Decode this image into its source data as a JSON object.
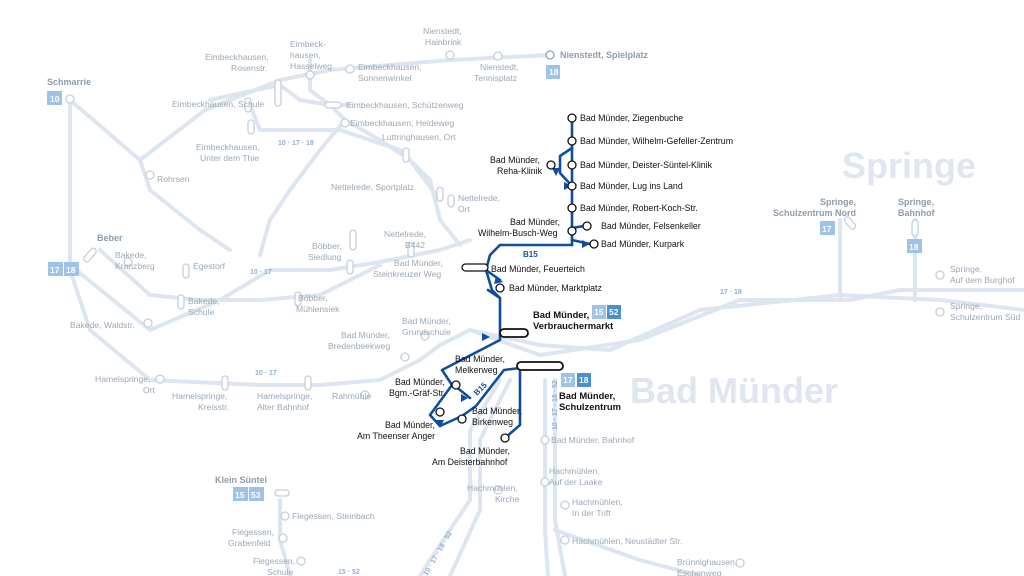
{
  "towns": {
    "springe": "Springe",
    "bad_muender": "Bad Münder"
  },
  "route_label": "B15",
  "route_label2": "B15",
  "stops": {
    "ziegenbuche": "Bad Münder, Ziegenbuche",
    "geffeler": "Bad Münder, Wilhelm-Gefeller-Zentrum",
    "deister_klinik": "Bad Münder, Deister-Süntel-Klinik",
    "reha_1": "Bad Münder,",
    "reha_2": "Reha-Klinik",
    "lug": "Bad Münder, Lug ins Land",
    "robert": "Bad Münder, Robert-Koch-Str.",
    "busch_1": "Bad Münder,",
    "busch_2": "Wilhelm-Busch-Weg",
    "felsenkeller": "Bad Münder, Felsenkeller",
    "kurpark": "Bad Münder, Kurpark",
    "feuerteich": "Bad Münder, Feuerteich",
    "marktplatz": "Bad Münder, Marktplatz",
    "verbraucher_1": "Bad Münder,",
    "verbraucher_2": "Verbrauchermarkt",
    "melkerweg_1": "Bad Münder,",
    "melkerweg_2": "Melkerweg",
    "graef_1": "Bad Münder,",
    "graef_2": "Bgm.-Gräf-Str.",
    "birkenweg_1": "Bad Münder,",
    "birkenweg_2": "Birkenweg",
    "anger_1": "Bad Münder,",
    "anger_2": "Am Theenser Anger",
    "schulzentrum_1": "Bad Münder,",
    "schulzentrum_2": "Schulzentrum",
    "deisterbahnhof_1": "Bad Münder,",
    "deisterbahnhof_2": "Am Deisterbahnhof"
  },
  "faint": {
    "schmarrie": "Schmarrie",
    "eimb_rosen_1": "Eimbeckhausen,",
    "eimb_rosen_2": "Rosenstr.",
    "eimb_hassel_1": "Eimbeck-",
    "eimb_hassel_2": "hausen,",
    "eimb_hassel_3": "Hasselweg",
    "eimb_sonnen_1": "Eimbeckhausen,",
    "eimb_sonnen_2": "Sonnenwinkel",
    "nien_hain_1": "Nienstedt,",
    "nien_hain_2": "Hainbrink",
    "nien_tennis_1": "Nienstedt,",
    "nien_tennis_2": "Tennisplatz",
    "nien_spiel": "Nienstedt, Spielplatz",
    "eimb_schule": "Eimbeckhausen, Schule",
    "eimb_schuetzen": "Eimbeckhausen, Schützenweg",
    "eimb_heide": "Eimbeckhausen, Heideweg",
    "lutt": "Luttringhausen, Ort",
    "eimb_thie_1": "Eimbeckhausen,",
    "eimb_thie_2": "Unter dem Thie",
    "rohrsen": "Rohrsen",
    "nett_sport": "Nettelrede, Sportplatz",
    "nett_ort_1": "Nettelrede,",
    "nett_ort_2": "Ort",
    "nett_b442_1": "Nettelrede,",
    "nett_b442_2": "B442",
    "beber": "Beber",
    "bakede_k_1": "Bakede,",
    "bakede_k_2": "Kranzberg",
    "egestorf": "Egestorf",
    "boebber_s_1": "Böbber,",
    "boebber_s_2": "Siedlung",
    "bm_stein_1": "Bad Münder,",
    "bm_stein_2": "Steinkreuzer Weg",
    "bakede_schule_1": "Bakede,",
    "bakede_schule_2": "Schule",
    "boebber_m_1": "Böbber,",
    "boebber_m_2": "Mühlensiek",
    "bakede_wald": "Bakede, Waldstr.",
    "bm_grund_1": "Bad Münder,",
    "bm_grund_2": "Grundschule",
    "bm_breden_1": "Bad Münder,",
    "bm_breden_2": "Bredenbeekweg",
    "hamel_ort_1": "Hamelspringe,",
    "hamel_ort_2": "Ort",
    "hamel_kreis_1": "Hamelspringe,",
    "hamel_kreis_2": "Kreisstr.",
    "hamel_bahn_1": "Hamelspringe,",
    "hamel_bahn_2": "Alter Bahnhof",
    "rahmuehle": "Rahmühle",
    "bm_bahnhof": "Bad Münder, Bahnhof",
    "klein_suentel": "Klein Süntel",
    "flegessen_stein": "Flegessen, Steinbach",
    "flegessen_grab_1": "Flegessen,",
    "flegessen_grab_2": "Grabenfeld",
    "flegessen_schule_1": "Flegessen,",
    "flegessen_schule_2": "Schule",
    "hach_laake_1": "Hachmühlen,",
    "hach_laake_2": "Auf der Laake",
    "hach_kirche_1": "Hachmühlen,",
    "hach_kirche_2": "Kirche",
    "hach_trift_1": "Hachmühlen,",
    "hach_trift_2": "In der Trift",
    "hach_neu": "Hachmühlen, Neustädter Str.",
    "bruenn_1": "Brünnighausen,",
    "bruenn_2": "Eschenweg",
    "springe_schul_1": "Springe,",
    "springe_schul_2": "Schulzentrum Nord",
    "springe_bahn_1": "Springe,",
    "springe_bahn_2": "Bahnhof",
    "springe_burg_1": "Springe,",
    "springe_burg_2": "Auf dem Burghof",
    "springe_sued_1": "Springe,",
    "springe_sued_2": "Schulzentrum Süd"
  },
  "line_labels": {
    "l1": "10 · 17 · 18",
    "l2": "10 · 17",
    "l3": "10 · 17",
    "l4": "17 · 18",
    "l5": "10 · 17 · 18 · 52",
    "l6": "10 · 17 · 18 · 52",
    "l7": "15 · 52"
  },
  "badges": {
    "b18_nien": "18",
    "b10_schmarrie": "10",
    "b17_beber": "17",
    "b18_beber": "18",
    "b15_verb": "15",
    "b52_verb": "52",
    "b17_schul": "17",
    "b18_schul": "18",
    "b15_klein": "15",
    "b53_klein": "53",
    "b17_springe": "17",
    "b18_springe": "18"
  },
  "colors": {
    "route": "#0f4d9f",
    "faint_line": "#dde6f0",
    "badge_faint": "#9ec3e6",
    "badge_strong": "#4a90d0"
  }
}
